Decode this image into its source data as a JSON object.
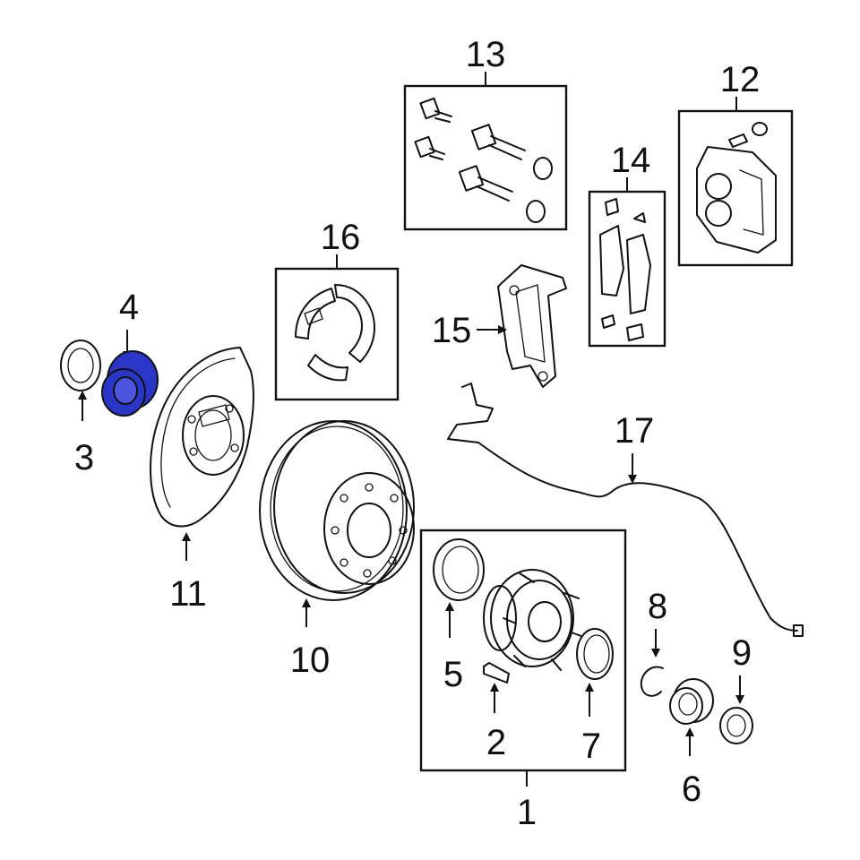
{
  "callouts": {
    "p1": "1",
    "p2": "2",
    "p3": "3",
    "p4": "4",
    "p5": "5",
    "p6": "6",
    "p7": "7",
    "p8": "8",
    "p9": "9",
    "p10": "10",
    "p11": "11",
    "p12": "12",
    "p13": "13",
    "p14": "14",
    "p15": "15",
    "p16": "16",
    "p17": "17"
  },
  "highlight": {
    "part": "4",
    "color": "#2a36c8"
  }
}
